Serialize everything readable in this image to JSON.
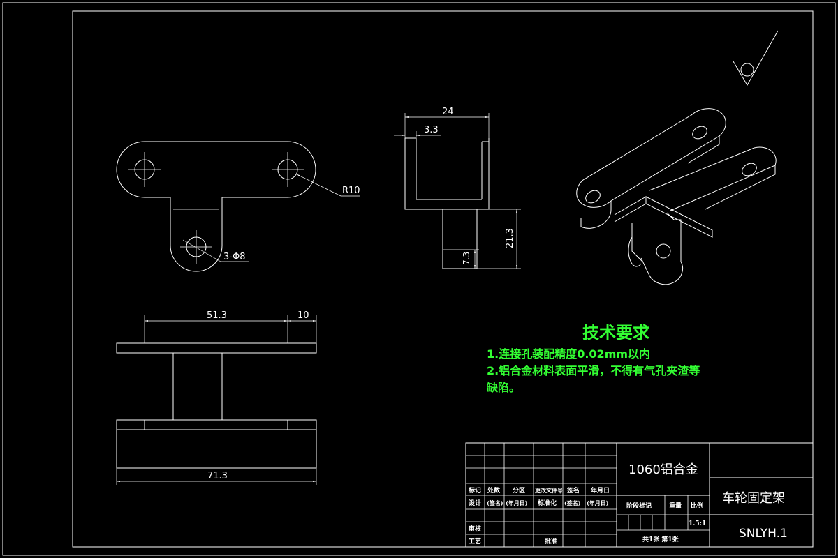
{
  "dimensions": {
    "d24": "24",
    "d33": "3.3",
    "r10": "R10",
    "holes": "3-Φ8",
    "d213": "21.3",
    "d73": "7.3",
    "d513": "51.3",
    "d10": "10",
    "d713": "71.3"
  },
  "tech": {
    "title": "技术要求",
    "line1": "1.连接孔装配精度0.02mm以内",
    "line2": "2.铝合金材料表面平滑，不得有气孔夹渣等",
    "line3": "缺陷。"
  },
  "titleblock": {
    "material": "1060铝合金",
    "part_name": "车轮固定架",
    "drawing_no": "SNLYH.1",
    "h_mark": "标记",
    "h_count": "处数",
    "h_zone": "分区",
    "h_docno": "更改文件号",
    "h_sign": "签名",
    "h_date": "年月日",
    "r_design": "设计",
    "r_sign1": "(签名)",
    "r_date1": "(年月日)",
    "r_std": "标准化",
    "r_sign2": "(签名)",
    "r_date2": "(年月日)",
    "stage": "阶段标记",
    "weight": "重量",
    "scale_label": "比例",
    "scale_value": "1.5:1",
    "review": "审核",
    "process": "工艺",
    "approve": "批准",
    "sheets": "共1张  第1张"
  }
}
